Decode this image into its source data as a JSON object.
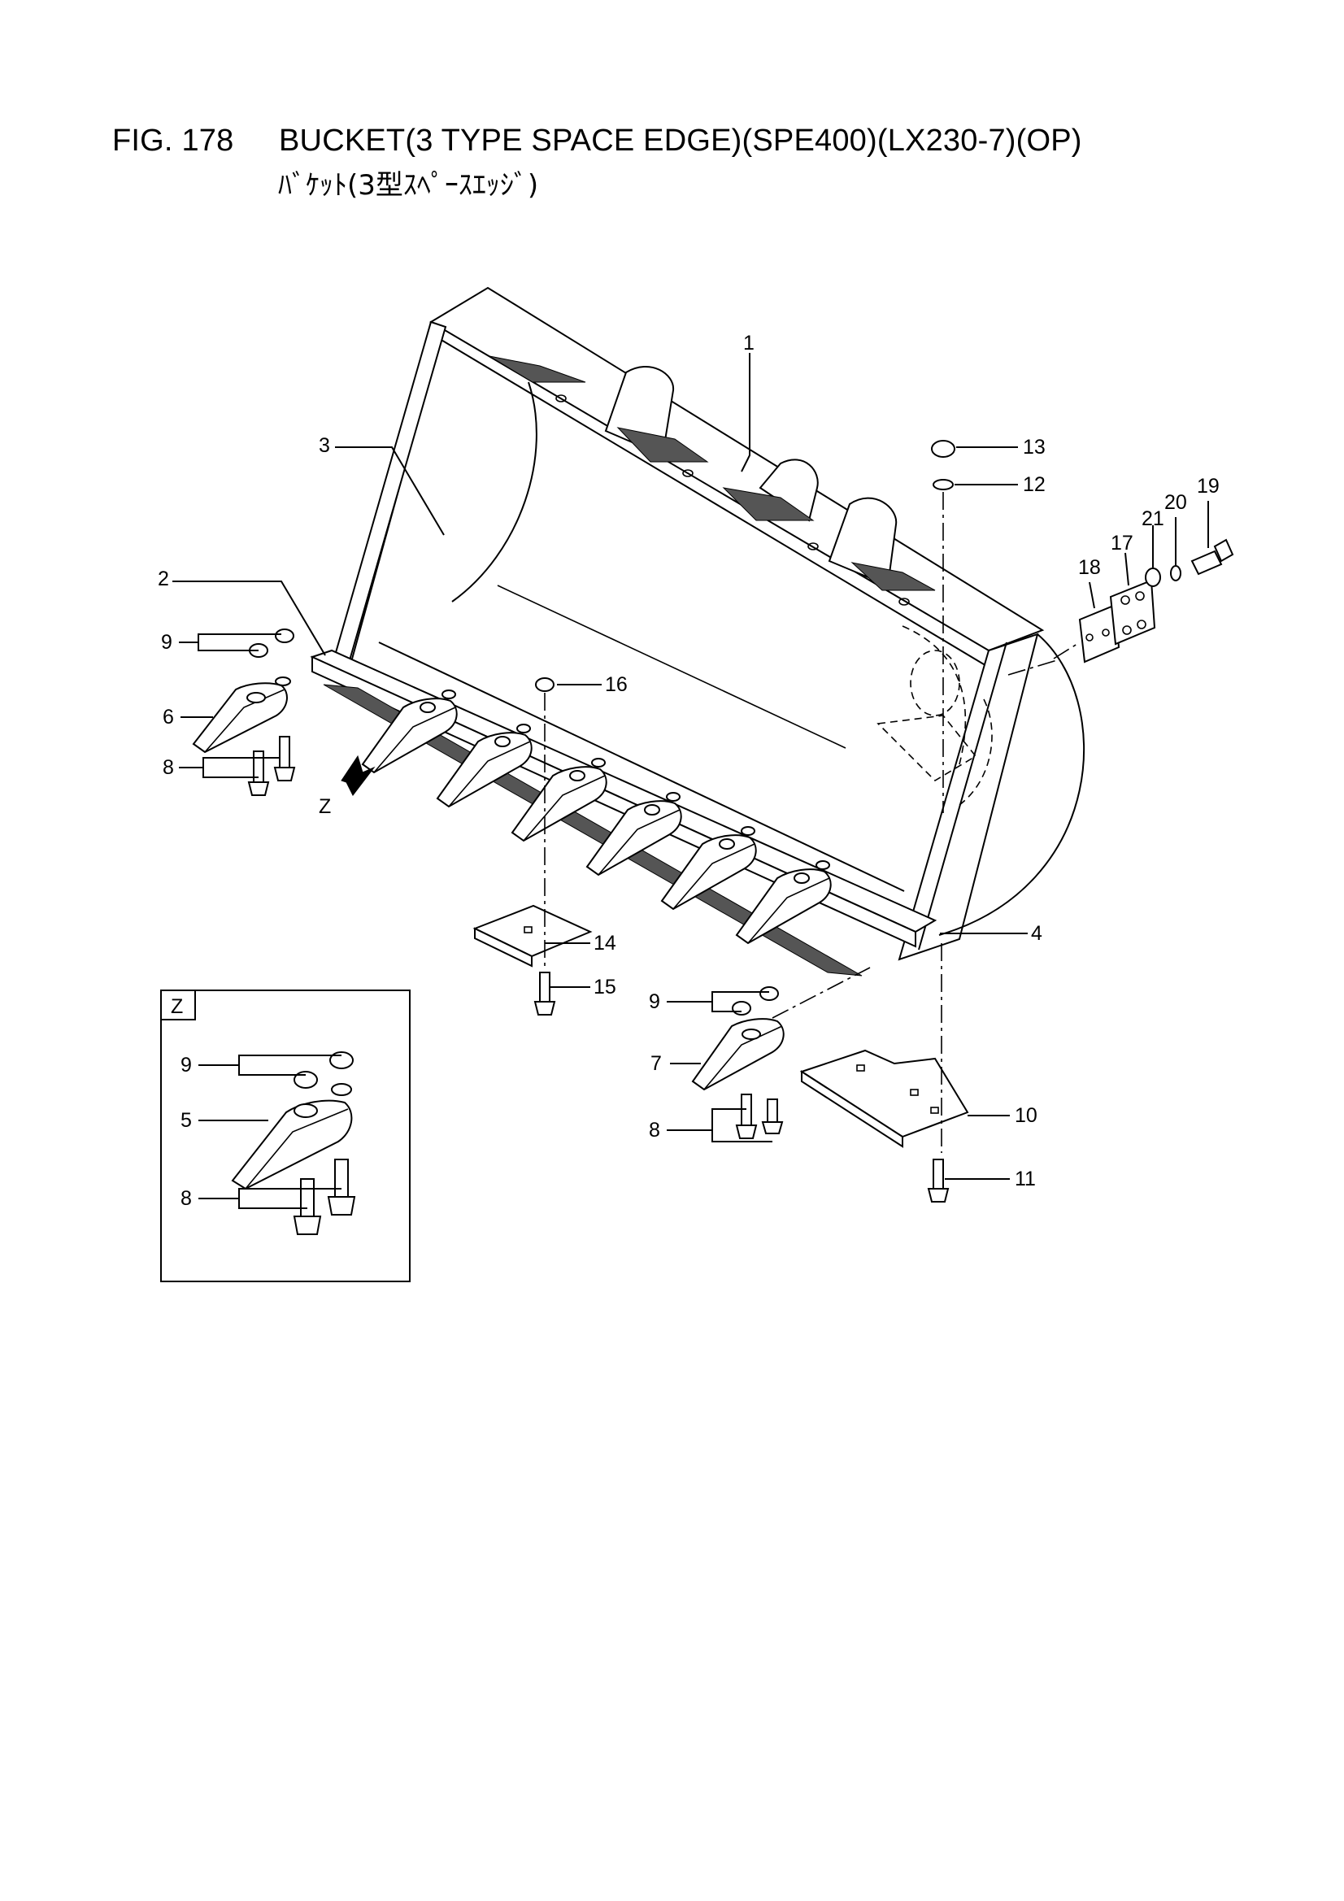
{
  "title": {
    "figure": "FIG. 178",
    "text": "BUCKET(3 TYPE SPACE EDGE)(SPE400)(LX230-7)(OP)",
    "japanese": "ﾊﾞｹｯﾄ(3型ｽﾍﾟｰｽｴｯｼﾞ)"
  },
  "detail_view": {
    "label": "Z"
  },
  "view_arrow": {
    "label": "Z"
  },
  "callouts": {
    "c1": "1",
    "c2": "2",
    "c3": "3",
    "c4": "4",
    "c6": "6",
    "c7": "7",
    "c8a": "8",
    "c8b": "8",
    "c9a": "9",
    "c9b": "9",
    "c10": "10",
    "c11": "11",
    "c12": "12",
    "c13": "13",
    "c14": "14",
    "c15": "15",
    "c16": "16",
    "c17": "17",
    "c18": "18",
    "c19": "19",
    "c20": "20",
    "c21": "21",
    "z5": "5",
    "z8": "8",
    "z9": "9"
  }
}
